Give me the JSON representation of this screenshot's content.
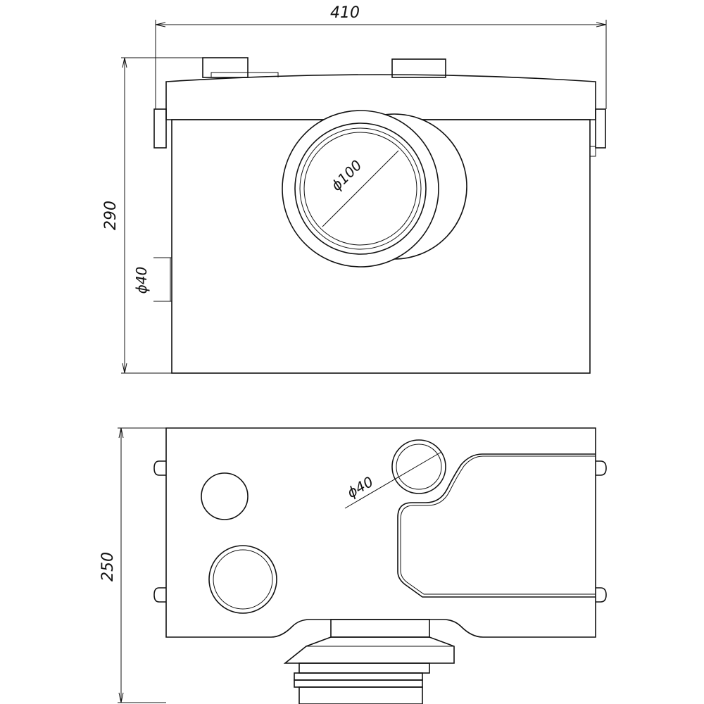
{
  "dimensions": {
    "width": "410",
    "height": "290",
    "side_port": "ϕ40",
    "outlet": "ϕ100",
    "depth": "250",
    "top_port": "ϕ40"
  },
  "colors": {
    "line": "#111111",
    "background": "#ffffff"
  }
}
